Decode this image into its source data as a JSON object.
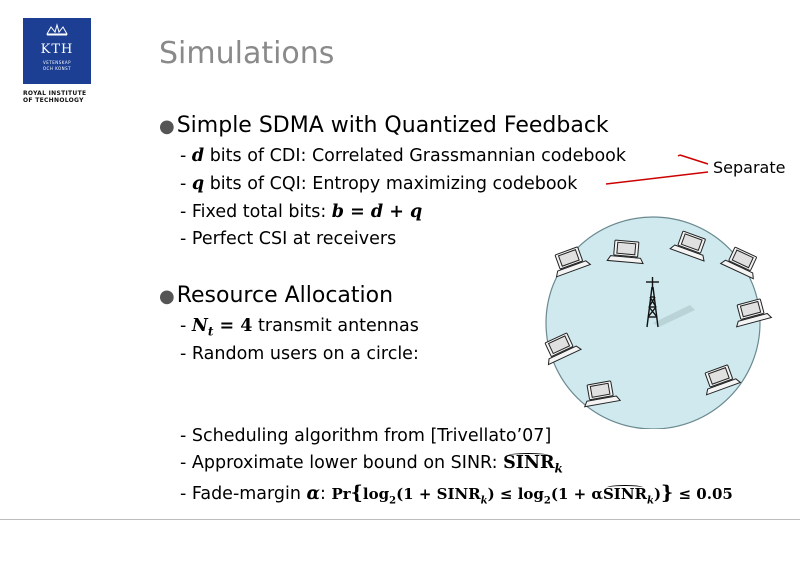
{
  "logo": {
    "name": "KTH",
    "sub_line1": "VETENSKAP",
    "sub_line2": "OCH KONST",
    "institute_line1": "ROYAL INSTITUTE",
    "institute_line2": "OF TECHNOLOGY"
  },
  "slide": {
    "title": "Simulations",
    "section1": {
      "heading": "Simple SDMA with Quantized Feedback",
      "items": [
        {
          "math": "d",
          "text": " bits of CDI: Correlated Grassmannian codebook"
        },
        {
          "math": "q",
          "text": " bits of CQI: Entropy maximizing codebook"
        },
        {
          "prefix": "Fixed total bits: ",
          "math": "b = d + q"
        },
        {
          "text": "Perfect CSI at receivers"
        }
      ]
    },
    "section2": {
      "heading": "Resource Allocation",
      "items": [
        {
          "math": "N",
          "sub": "t",
          "math_tail": " = 4",
          "text": " transmit antennas"
        },
        {
          "text": "Random users on a circle:"
        },
        {
          "text": "Scheduling algorithm from [Trivellato’07]"
        },
        {
          "prefix": "Approximate lower bound on SINR: ",
          "math": "SINR",
          "sub": "k"
        },
        {
          "prefix": "Fade-margin ",
          "alpha": "α",
          "colon": ": ",
          "pr": "Pr",
          "log": "log",
          "two": "2",
          "one_plus": "(1 + SINR",
          "k": "k",
          "close": ")",
          "le": " ≤ ",
          "one_plus_alpha": "(1 + α",
          "sinr": "SINR",
          "close2": ")",
          "final": " ≤ 0.05"
        }
      ]
    },
    "annotation": "Separate"
  },
  "colors": {
    "title": "#8a8a8a",
    "logo_bg": "#1c3f94",
    "arrow": "#cc0000",
    "circle_fill": "#cfe9ee"
  }
}
